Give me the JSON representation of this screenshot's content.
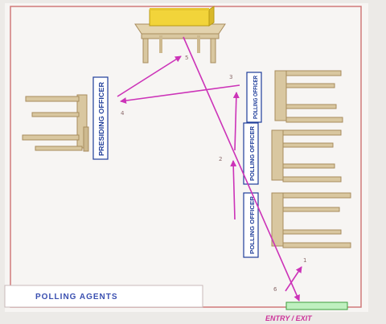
{
  "labels": {
    "presiding_officer": "PRESIDING OFFICER",
    "polling_officer": "POLLING OFFICER",
    "polling_agents": "POLLING AGENTS",
    "entry_exit": "ENTRY / EXIT",
    "step_1": "1",
    "step_2": "2",
    "step_3": "3",
    "step_4": "4",
    "step_5": "5",
    "step_6": "6"
  },
  "colors": {
    "paper": "#f7f5f3",
    "border": "#d07a7a",
    "arrow": "#cc33b8",
    "label_box": "#1f3d9a",
    "label_text": "#3a4fb0",
    "wood": "#d9c7a0",
    "wood_dark": "#a88c5d",
    "ballot_box": "#f2d43a",
    "door": "#7fcf7f"
  }
}
